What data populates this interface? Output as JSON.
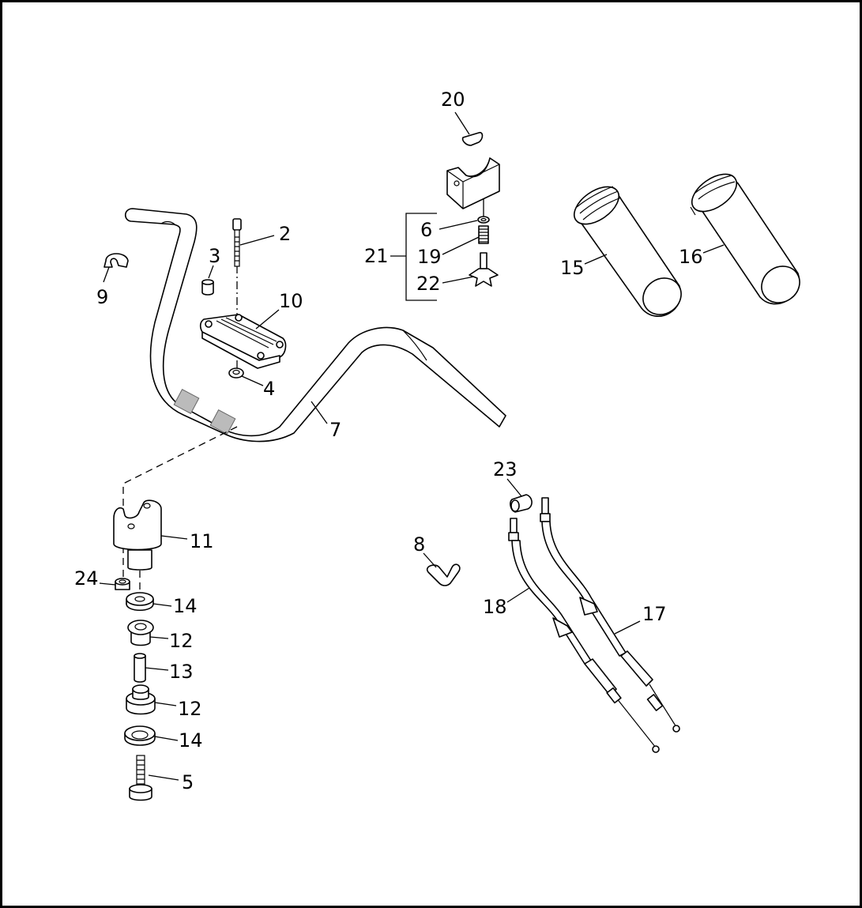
{
  "diagram": {
    "callouts": [
      {
        "id": "c2",
        "text": "2"
      },
      {
        "id": "c3",
        "text": "3"
      },
      {
        "id": "c4",
        "text": "4"
      },
      {
        "id": "c5",
        "text": "5"
      },
      {
        "id": "c6",
        "text": "6"
      },
      {
        "id": "c7",
        "text": "7"
      },
      {
        "id": "c8",
        "text": "8"
      },
      {
        "id": "c9",
        "text": "9"
      },
      {
        "id": "c10",
        "text": "10"
      },
      {
        "id": "c11",
        "text": "11"
      },
      {
        "id": "c12a",
        "text": "12"
      },
      {
        "id": "c12b",
        "text": "12"
      },
      {
        "id": "c13",
        "text": "13"
      },
      {
        "id": "c14a",
        "text": "14"
      },
      {
        "id": "c14b",
        "text": "14"
      },
      {
        "id": "c15",
        "text": "15"
      },
      {
        "id": "c16",
        "text": "16"
      },
      {
        "id": "c17",
        "text": "17"
      },
      {
        "id": "c18",
        "text": "18"
      },
      {
        "id": "c19",
        "text": "19"
      },
      {
        "id": "c20",
        "text": "20"
      },
      {
        "id": "c21",
        "text": "21"
      },
      {
        "id": "c22",
        "text": "22"
      },
      {
        "id": "c23",
        "text": "23"
      },
      {
        "id": "c24",
        "text": "24"
      }
    ]
  }
}
